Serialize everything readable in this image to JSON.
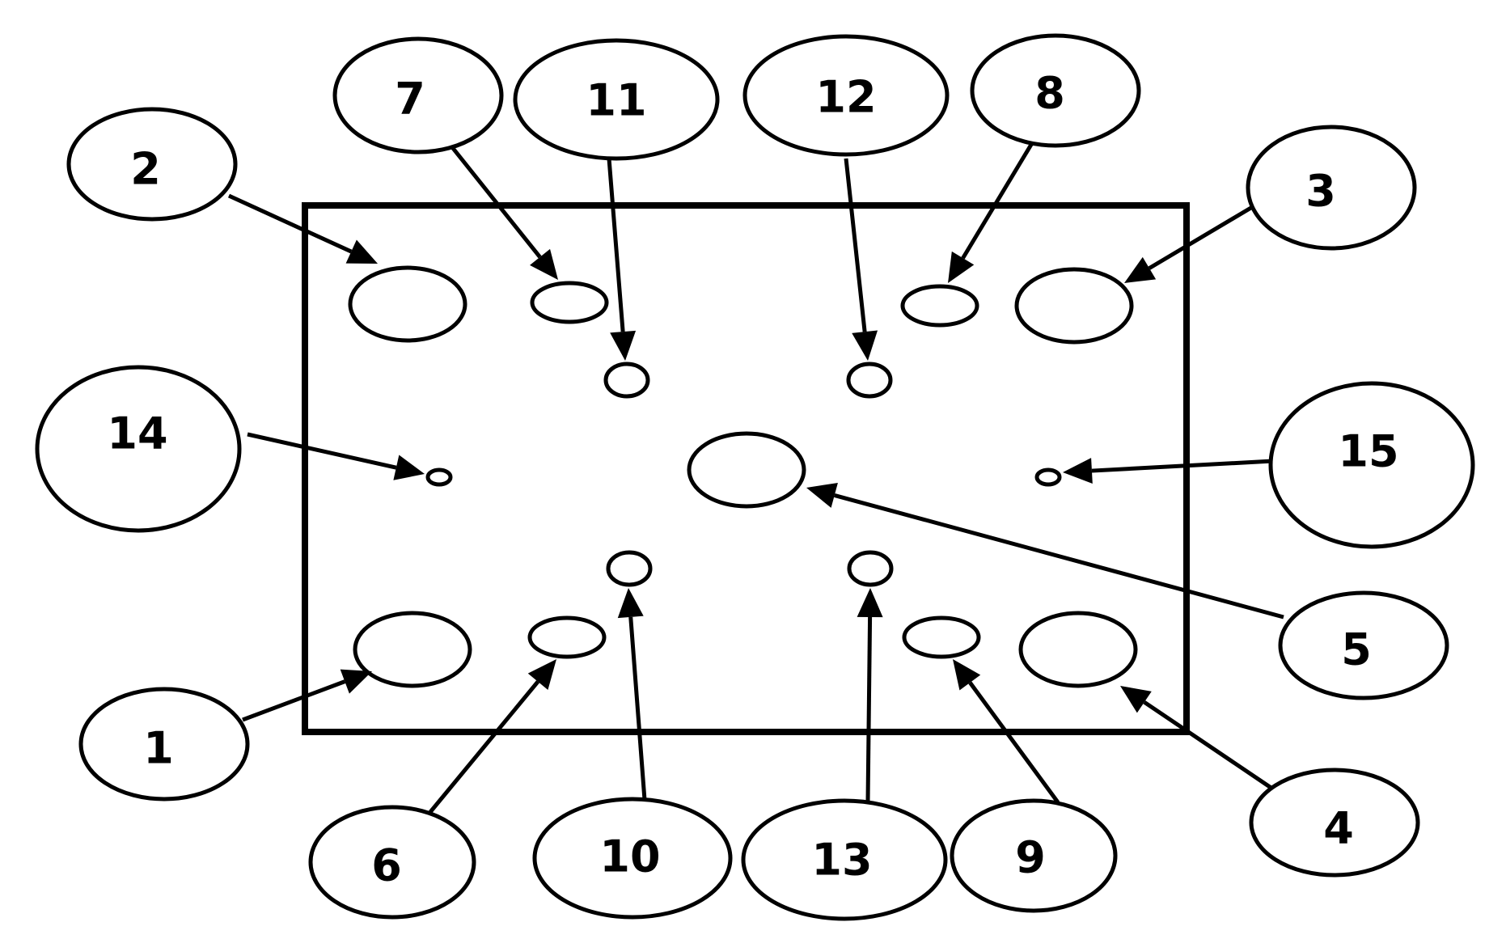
{
  "diagram": {
    "callouts": [
      {
        "id": "1",
        "label": "1"
      },
      {
        "id": "2",
        "label": "2"
      },
      {
        "id": "3",
        "label": "3"
      },
      {
        "id": "4",
        "label": "4"
      },
      {
        "id": "5",
        "label": "5"
      },
      {
        "id": "6",
        "label": "6"
      },
      {
        "id": "7",
        "label": "7"
      },
      {
        "id": "8",
        "label": "8"
      },
      {
        "id": "9",
        "label": "9"
      },
      {
        "id": "10",
        "label": "10"
      },
      {
        "id": "11",
        "label": "11"
      },
      {
        "id": "12",
        "label": "12"
      },
      {
        "id": "13",
        "label": "13"
      },
      {
        "id": "14",
        "label": "14"
      },
      {
        "id": "15",
        "label": "15"
      }
    ],
    "colors": {
      "stroke": "#000000",
      "background": "#ffffff"
    }
  }
}
